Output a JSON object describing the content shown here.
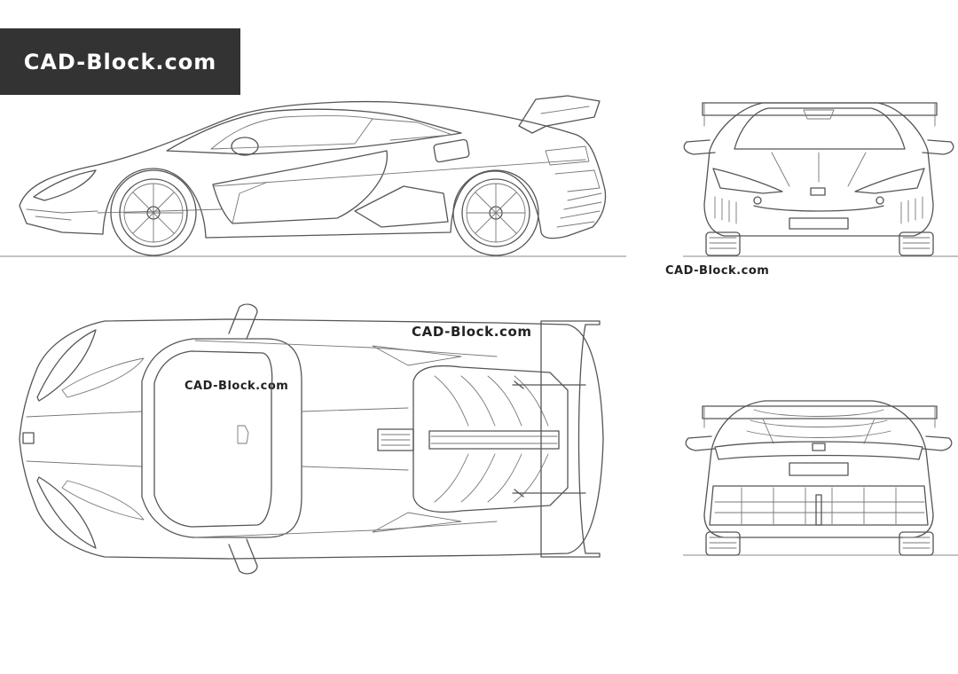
{
  "logo": {
    "text": "CAD-Block.com"
  },
  "watermarks": {
    "front_view": "CAD-Block.com",
    "top_view_rear": "CAD-Block.com",
    "top_view_cabin": "CAD-Block.com"
  },
  "colors": {
    "background": "#ffffff",
    "logo_box": "#333333",
    "line": "#555555"
  },
  "views": [
    "side-view",
    "front-view",
    "top-view",
    "rear-view"
  ]
}
